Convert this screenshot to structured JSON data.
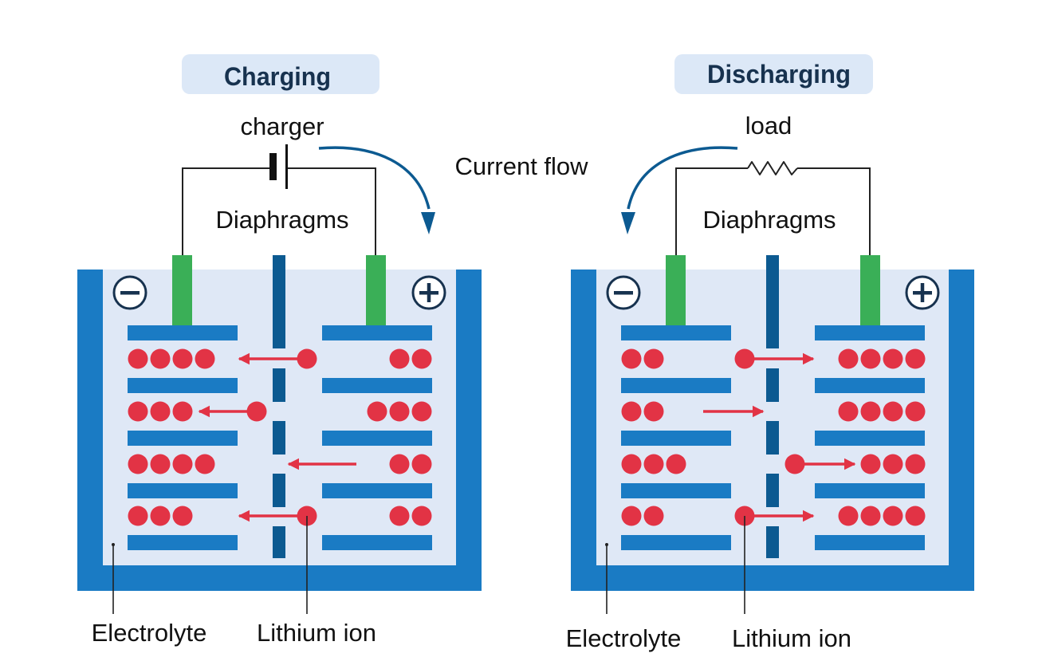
{
  "colors": {
    "container": "#1a7bc4",
    "electrolyte": "#dfe8f6",
    "plate": "#1a7bc4",
    "separator": "#0c5a91",
    "terminal": "#3aaf57",
    "ion": "#e23345",
    "arrow": "#0c5a91",
    "title_bg": "#dce8f7",
    "title_text": "#17324f"
  },
  "current_flow_label": "Current flow",
  "charging": {
    "title": "Charging",
    "device_label": "charger",
    "device_icon": "battery-cell-icon",
    "separator_label": "Diaphragms",
    "electrolyte_label": "Electrolyte",
    "ion_label": "Lithium ion",
    "negative_symbol": "−",
    "positive_symbol": "+",
    "ion_direction": "positive-to-negative",
    "anode_ions_per_row": [
      4,
      3,
      4,
      3
    ],
    "cathode_ions_per_row": [
      2,
      3,
      2,
      2
    ]
  },
  "discharging": {
    "title": "Discharging",
    "device_label": "load",
    "device_icon": "resistor-icon",
    "separator_label": "Diaphragms",
    "electrolyte_label": "Electrolyte",
    "ion_label": "Lithium ion",
    "negative_symbol": "−",
    "positive_symbol": "+",
    "ion_direction": "negative-to-positive",
    "anode_ions_per_row": [
      2,
      2,
      3,
      2
    ],
    "cathode_ions_per_row": [
      4,
      4,
      3,
      4
    ]
  }
}
